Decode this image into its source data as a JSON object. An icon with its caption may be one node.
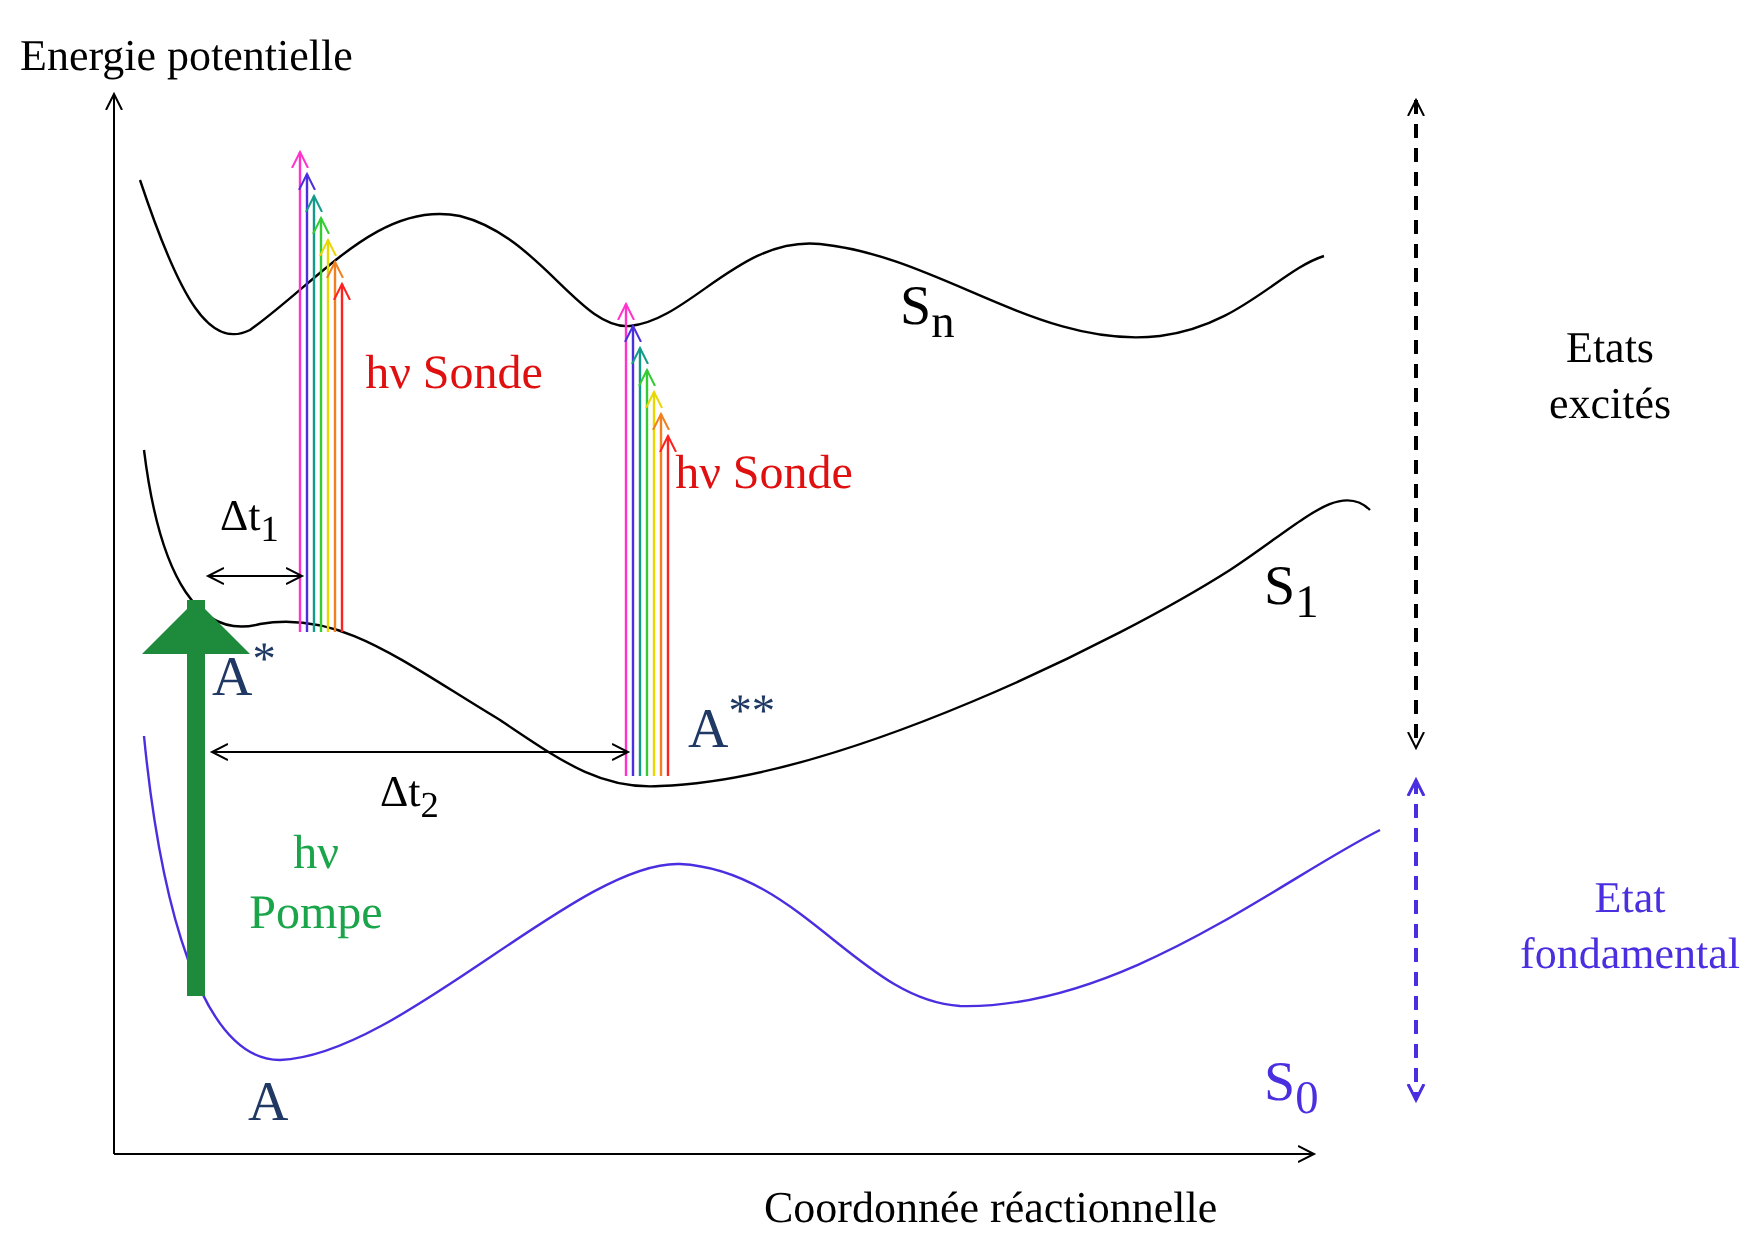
{
  "diagram": {
    "labels": [
      "Energie potentielle",
      "S$_{n}$",
      "hν Sonde",
      "Etats excités",
      "Δt$_{1}$",
      "hν Sonde",
      "S$_{1}$",
      "A$^{*}$",
      "A$^{**}$",
      "Δt$_{2}$",
      "hν Pompe",
      "Etat fondamental",
      "S$_{0}$",
      "A",
      "Coordonnée réactionnelle"
    ]
  }
}
